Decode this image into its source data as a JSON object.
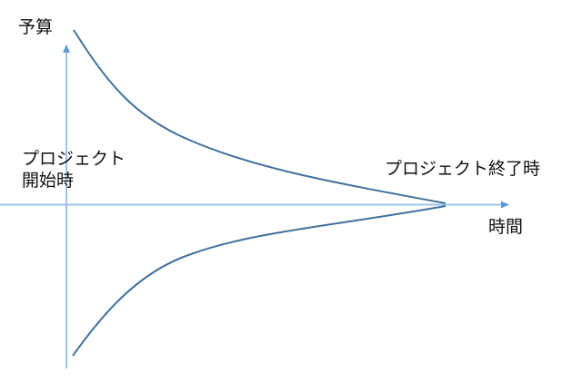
{
  "diagram": {
    "title": "",
    "labels": {
      "y_axis": "予算",
      "x_axis": "時間",
      "start": "プロジェクト\n開始時",
      "end": "プロジェクト終了時"
    },
    "colors": {
      "axis": "#9dc3e6",
      "curve": "#41719c",
      "text": "#111111"
    },
    "curves": [
      {
        "name": "upper",
        "points": [
          [
            81,
            33
          ],
          [
            160,
            120
          ],
          [
            250,
            172
          ],
          [
            360,
            200
          ],
          [
            490,
            224
          ]
        ]
      },
      {
        "name": "lower",
        "points": [
          [
            80,
            392
          ],
          [
            120,
            335
          ],
          [
            200,
            275
          ],
          [
            360,
            250
          ],
          [
            490,
            227
          ]
        ]
      }
    ]
  }
}
